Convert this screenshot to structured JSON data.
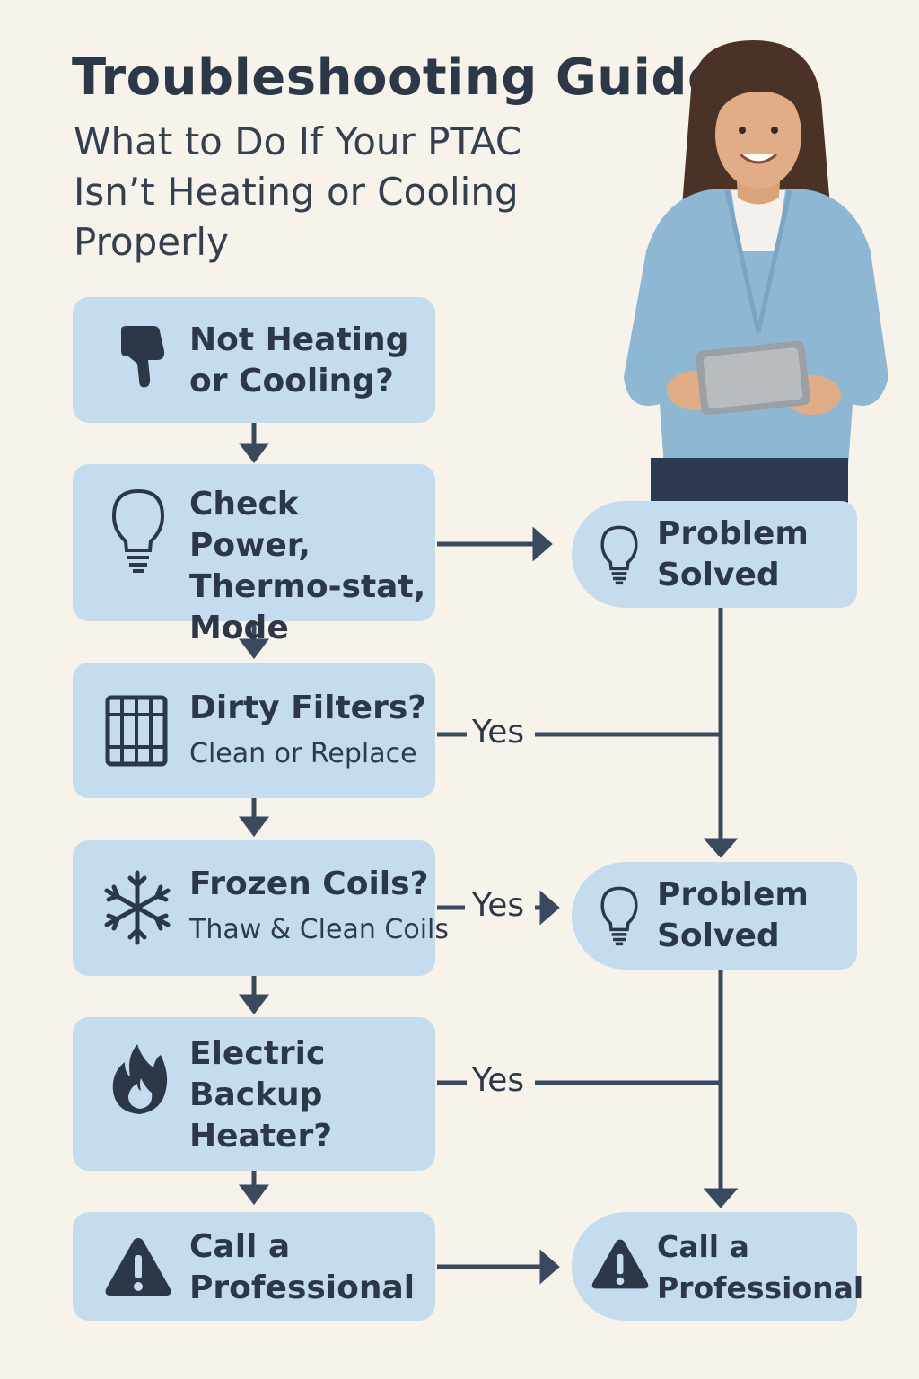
{
  "header": {
    "title": "Troubleshooting Guide",
    "subtitle": "What to Do If Your PTAC Isn’t Heating or Cooling Properly"
  },
  "steps": [
    {
      "label": "Not Heating or Cooling?",
      "icon": "thumbs-down-icon"
    },
    {
      "label": "Check Power, Thermo-stat, Mode",
      "icon": "lightbulb-icon"
    },
    {
      "label": "Dirty Filters?",
      "sub": "Clean or Replace",
      "icon": "filter-grid-icon"
    },
    {
      "label": "Frozen Coils?",
      "sub": "Thaw & Clean Coils",
      "icon": "snowflake-icon"
    },
    {
      "label": "Electric Backup Heater?",
      "icon": "flame-icon"
    },
    {
      "label": "Call a Professional",
      "icon": "warning-icon"
    }
  ],
  "outcomes": [
    {
      "label": "Problem Solved",
      "icon": "lightbulb-icon"
    },
    {
      "label": "Problem Solved",
      "icon": "lightbulb-icon"
    },
    {
      "label": "Call a Professional",
      "icon": "warning-icon"
    }
  ],
  "connectors": {
    "yes_label": "Yes"
  },
  "colors": {
    "background": "#f7f3ea",
    "box": "#c5dcee",
    "text": "#2c3848",
    "line": "#3a4a5e"
  }
}
